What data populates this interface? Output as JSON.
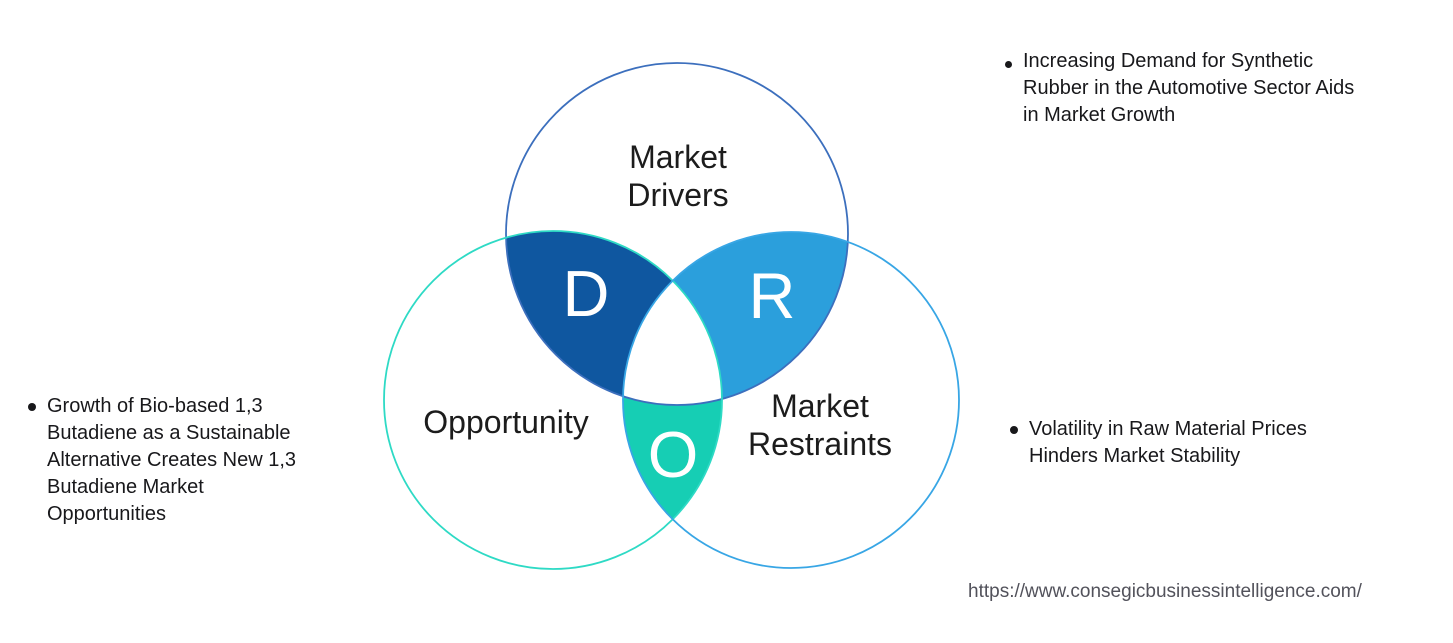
{
  "diagram": {
    "circles": {
      "drivers": {
        "label_lines": [
          "Market",
          "Drivers"
        ],
        "letter": "D",
        "fill": "#0f57a0",
        "stroke": "#3c6fbd"
      },
      "opportunity": {
        "label": "Opportunity",
        "letter": "O",
        "fill": "#16ceb4",
        "stroke": "#2edac5"
      },
      "restraints": {
        "label_lines": [
          "Market",
          "Restraints"
        ],
        "letter": "R",
        "fill": "#2b9fdc",
        "stroke": "#38a6e5"
      }
    }
  },
  "notes": {
    "driver": {
      "lines": [
        "Increasing Demand for Synthetic",
        "Rubber in the Automotive Sector Aids",
        "in Market Growth"
      ]
    },
    "opportunity": {
      "lines": [
        "Growth of Bio-based 1,3",
        "Butadiene as a Sustainable",
        "Alternative Creates New 1,3",
        "Butadiene Market",
        "Opportunities"
      ]
    },
    "restraint": {
      "lines": [
        "Volatility in Raw Material Prices",
        "Hinders Market Stability"
      ]
    }
  },
  "footer": {
    "url": "https://www.consegicbusinessintelligence.com/"
  }
}
